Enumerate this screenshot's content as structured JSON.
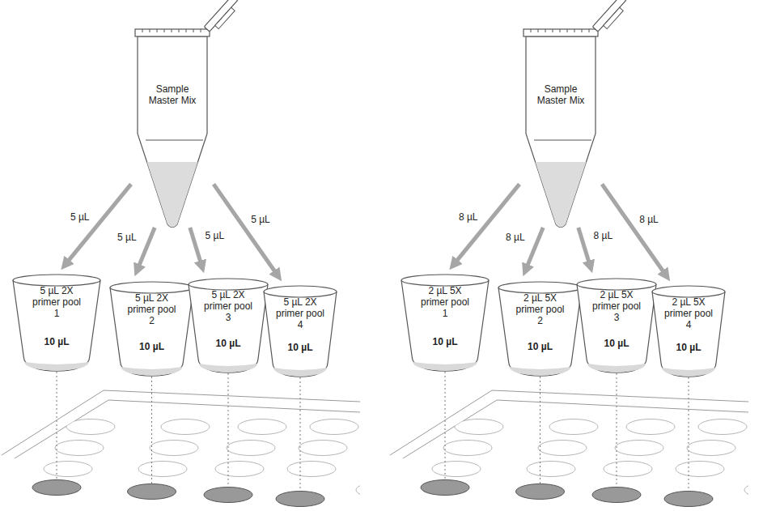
{
  "diagram": {
    "nodes": [
      {
        "text": [
          "Sample Master Mix"
        ]
      },
      {
        "text": [
          "5 µL 2X primer pool 1",
          "10 µL"
        ]
      },
      {
        "text": [
          "5 µL 2X primer pool 2",
          "10 µL"
        ]
      },
      {
        "text": [
          "5 µL 2X primer pool 3",
          "10 µL"
        ]
      },
      {
        "text": [
          "5 µL 2X primer pool 4",
          "10 µL"
        ]
      },
      {
        "text": [
          "Sample Master Mix"
        ]
      },
      {
        "text": [
          "2 µL 5X primer pool 1",
          "10 µL"
        ]
      },
      {
        "text": [
          "2 µL 5X primer pool 2",
          "10 µL"
        ]
      },
      {
        "text": [
          "2 µL 5X primer pool 3",
          "10 µL"
        ]
      },
      {
        "text": [
          "2 µL 5X primer pool 4",
          "10 µL"
        ]
      }
    ],
    "edges": [
      {
        "from": 0,
        "to": 1,
        "arrow": "to",
        "label": "5 µL"
      },
      {
        "from": 0,
        "to": 2,
        "arrow": "to",
        "label": "5 µL"
      },
      {
        "from": 0,
        "to": 3,
        "arrow": "to",
        "label": "5 µL"
      },
      {
        "from": 0,
        "to": 4,
        "arrow": "to",
        "label": "5 µL"
      },
      {
        "from": 5,
        "to": 6,
        "arrow": "to",
        "label": "8 µL"
      },
      {
        "from": 5,
        "to": 7,
        "arrow": "to",
        "label": "8 µL"
      },
      {
        "from": 5,
        "to": 8,
        "arrow": "to",
        "label": "8 µL"
      },
      {
        "from": 5,
        "to": 9,
        "arrow": "to",
        "label": "8 µL"
      }
    ]
  }
}
